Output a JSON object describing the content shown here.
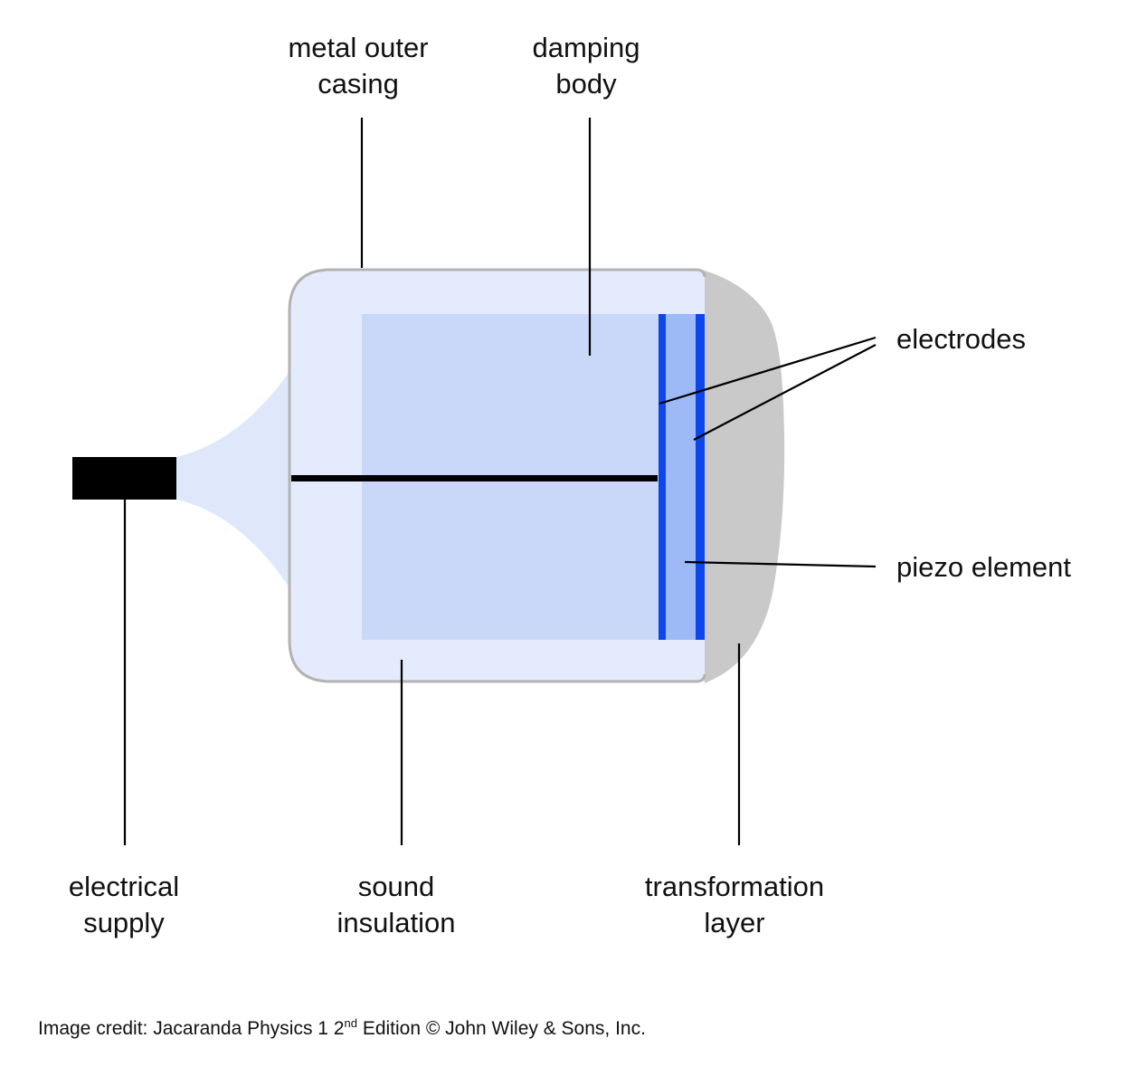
{
  "diagram": {
    "subject": "ultrasound transducer cross-section",
    "labels": {
      "metal_outer_casing": {
        "line1": "metal outer",
        "line2": "casing"
      },
      "damping_body": {
        "line1": "damping",
        "line2": "body"
      },
      "electrodes": {
        "text": "electrodes"
      },
      "piezo_element": {
        "text": "piezo element"
      },
      "electrical_supply": {
        "line1": "electrical",
        "line2": "supply"
      },
      "sound_insulation": {
        "line1": "sound",
        "line2": "insulation"
      },
      "transformation_layer": {
        "line1": "transformation",
        "line2": "layer"
      }
    }
  },
  "credit": {
    "prefix": "Image credit: Jacaranda Physics 1 2",
    "superscript": "nd",
    "suffix": " Edition © John Wiley & Sons, Inc."
  },
  "colors": {
    "background": "#ffffff",
    "casing_fill": "#e4ebfc",
    "funnel_fill": "#dfe8fb",
    "damping_fill": "#c9d7f8",
    "piezo_fill": "#9db9f6",
    "electrode_blue": "#0d47eb",
    "transformation_gray": "#c9c9c9",
    "casing_border": "#b3b3b3",
    "line_black": "#000000",
    "text": "#111111"
  }
}
